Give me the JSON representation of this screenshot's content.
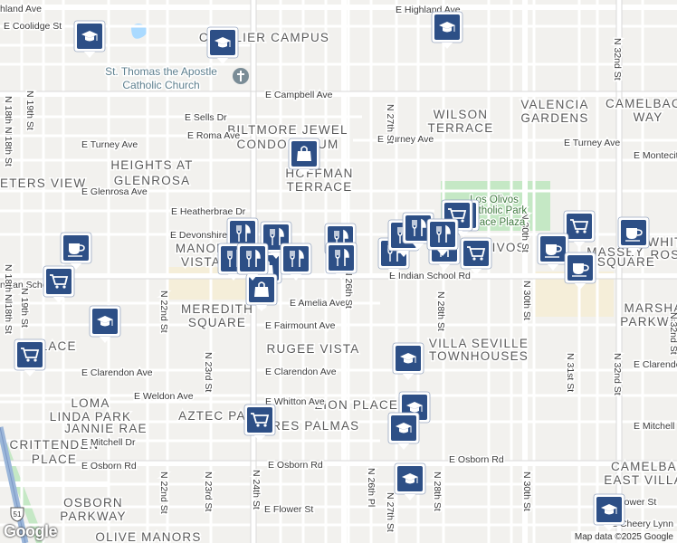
{
  "colors": {
    "background": "#f2f1ee",
    "street": "#ffffff",
    "major_road": "#ffffff",
    "park": "#c5e8c5",
    "commercial": "#f5eed9",
    "freeway": "#9bb6d9",
    "marker_fill": "#2d4f86",
    "marker_border": "#ffffff",
    "water": "#aadaff"
  },
  "hoods": [
    "CAVALIER CAMPUS",
    "BILTMORE JEWEL",
    "CONDOMINIUM",
    "HEIGHTS AT",
    "GLENROSA",
    "HOFFMAN",
    "TERRACE",
    "WILSON",
    "TERRACE",
    "VALENCIA",
    "GARDENS",
    "CAMELBACK",
    "WAY",
    "ETERS VIEW",
    "MANOR",
    "VISTA",
    "MEREDITH",
    "SQUARE",
    "RUGEE VISTA",
    "VILLA SEVILLE",
    "TOWNHOUSES",
    "E PLACE",
    "LOMA",
    "LINDA PARK",
    "AZTEC PARK",
    "JANNIE RAE",
    "ZION PLACE",
    "TRES PALMAS",
    "CRITTENDEN",
    "PLACE",
    "OSBORN",
    "PARKWAY",
    "OLIVE MANORS",
    "CAMELBACK",
    "EAST VILLAGE",
    "MARSHA",
    "PARKWAY",
    "WHITE",
    "ROSE",
    "SQUARE",
    "MASSEY",
    "SQUARE",
    "OLIVOS"
  ],
  "streets": [
    "E Highland Ave",
    "hland Ave",
    "E Coolidge St",
    "E Campbell Ave",
    "E Sells Dr",
    "E Roma Ave",
    "E Turney Ave",
    "E Turney Ave",
    "E Turney Ave",
    "E Glenrosa Ave",
    "E Heatherbrae Dr",
    "E Devonshire",
    "E Indian School Rd",
    "ndian School Rd",
    "E Amelia Ave",
    "E Fairmount Ave",
    "E Clarendon Ave",
    "E Clarendon Ave",
    "E Clarendon",
    "E Weldon Ave",
    "E Whitton Ave",
    "E Mitchell Dr",
    "E Mitchell",
    "E Osborn Rd",
    "E Osborn Rd",
    "E Osborn Rd",
    "E Flower St",
    "E Flower St",
    "E Cheery Lynn",
    "E Montecito",
    "N 19th St",
    "N 18th Pl",
    "N 18th St",
    "N 18th Pl",
    "N 19th St",
    "N 18th St",
    "N 22nd St",
    "N 23rd St",
    "N 24th St",
    "N 26th St",
    "N 26th Pl",
    "N 27th St",
    "N 28th St",
    "N 30th St",
    "N 31st St",
    "N 32nd St",
    "N 22nd St",
    "N 23rd St",
    "N 24th St",
    "N 27th St",
    "N 28th St",
    "N 30th St",
    "N 32nd St",
    "N 30th St",
    "N 32nd St"
  ],
  "pois": {
    "church": "St. Thomas the Apostle Catholic Church",
    "church_line1": "St. Thomas the Apostle",
    "church_line2": "Catholic Church",
    "park_line1": "Los Olivos",
    "park_line2": "Catholic Park",
    "park_line3": "Peace Plaza"
  },
  "markers": [
    {
      "type": "school-icon"
    },
    {
      "type": "school-icon"
    },
    {
      "type": "school-icon"
    },
    {
      "type": "school-icon"
    },
    {
      "type": "school-icon"
    },
    {
      "type": "school-icon"
    },
    {
      "type": "school-icon"
    },
    {
      "type": "school-icon"
    },
    {
      "type": "school-icon"
    },
    {
      "type": "school-icon"
    },
    {
      "type": "shopping-bag-icon"
    },
    {
      "type": "shopping-bag-icon"
    },
    {
      "type": "shopping-bag-icon"
    },
    {
      "type": "shopping-cart-icon"
    },
    {
      "type": "shopping-cart-icon"
    },
    {
      "type": "shopping-cart-icon"
    },
    {
      "type": "shopping-cart-icon"
    },
    {
      "type": "shopping-cart-icon"
    },
    {
      "type": "shopping-cart-icon"
    },
    {
      "type": "coffee-icon"
    },
    {
      "type": "coffee-icon"
    },
    {
      "type": "coffee-icon"
    },
    {
      "type": "coffee-icon"
    },
    {
      "type": "restaurant-icon"
    },
    {
      "type": "restaurant-icon"
    },
    {
      "type": "restaurant-icon"
    },
    {
      "type": "restaurant-icon"
    },
    {
      "type": "restaurant-icon"
    },
    {
      "type": "restaurant-icon"
    },
    {
      "type": "restaurant-icon"
    },
    {
      "type": "restaurant-icon"
    },
    {
      "type": "restaurant-icon"
    },
    {
      "type": "restaurant-icon"
    },
    {
      "type": "restaurant-icon"
    },
    {
      "type": "restaurant-icon"
    }
  ],
  "shields": [
    "51"
  ],
  "attribution": "Map data ©2025 Google",
  "logo": "Google"
}
